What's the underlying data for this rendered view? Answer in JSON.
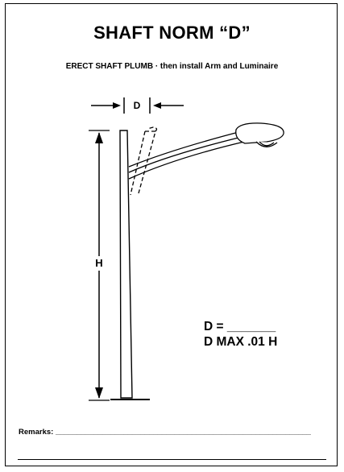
{
  "form": {
    "title": "SHAFT NORM “D”",
    "subtitle": "ERECT SHAFT PLUMB · then install Arm and Luminaire",
    "dimension_labels": {
      "d": "D",
      "h": "H"
    },
    "formula": {
      "line1": "D = _______",
      "line2": "D MAX .01 H"
    },
    "remarks_label": "Remarks: ____________________________________________________________"
  }
}
